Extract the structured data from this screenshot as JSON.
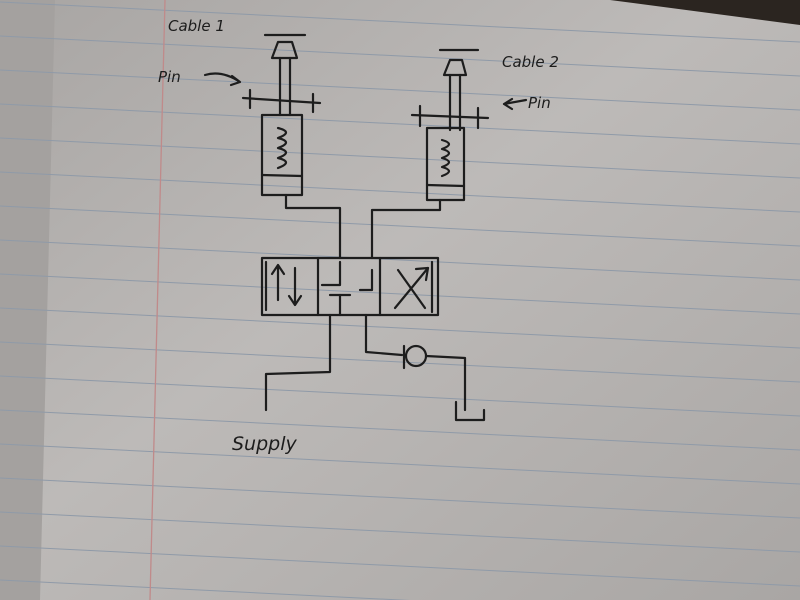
{
  "labels": {
    "cable1": "Cable 1",
    "cable2": "Cable 2",
    "pin_left": "Pin",
    "pin_right": "Pin",
    "supply": "Supply"
  },
  "colors": {
    "paper": "#b9b6b4",
    "rule_line": "#8f9aa8",
    "margin_line": "#c08a8a",
    "ink": "#1d1d1d"
  }
}
